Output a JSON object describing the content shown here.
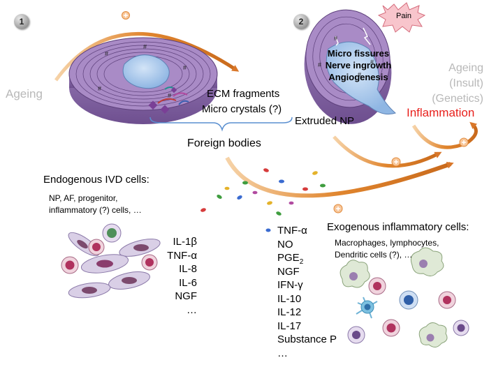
{
  "panel_numbers": [
    "1",
    "2"
  ],
  "panel1": {
    "ageing_label": "Ageing",
    "ecm_label": "ECM fragments",
    "crystals_label": "Micro crystals (?)",
    "foreign_label": "Foreign bodies"
  },
  "panel2": {
    "pain_label": "Pain",
    "disc_lines": [
      "Micro fissures",
      "Nerve ingrowth",
      "Angiogenesis"
    ],
    "extruded_label": "Extruded NP",
    "right_lines": [
      "Ageing",
      "(Insult)",
      "(Genetics)"
    ],
    "inflammation_label": "Inflammation"
  },
  "endogenous": {
    "title": "Endogenous IVD cells:",
    "desc_lines": [
      "NP, AF, progenitor,",
      "inflammatory (?) cells, …"
    ],
    "mediators": [
      "IL-1β",
      "TNF-α",
      "IL-8",
      "IL-6",
      "NGF",
      "…"
    ]
  },
  "exogenous": {
    "title": "Exogenous inflammatory cells:",
    "desc_lines": [
      "Macrophages, lymphocytes,",
      "Dendritic cells (?), …"
    ],
    "mediators": [
      "TNF-α",
      "NO",
      "PGE",
      "NGF",
      "IFN-γ",
      "IL-10",
      "IL-12",
      "IL-17",
      "Substance P",
      "…"
    ],
    "pge_subscript": "2"
  },
  "colors": {
    "arrow": "#e0852e",
    "disc_purple": "#8a6aa8",
    "nucleus_blue": "#a9c8ec",
    "inflammation_red": "#e8201c",
    "label_grey": "#b8b8b8",
    "bracket_blue": "#5a8fd0"
  },
  "icons": [
    "plus-icon",
    "pain-burst-icon"
  ]
}
